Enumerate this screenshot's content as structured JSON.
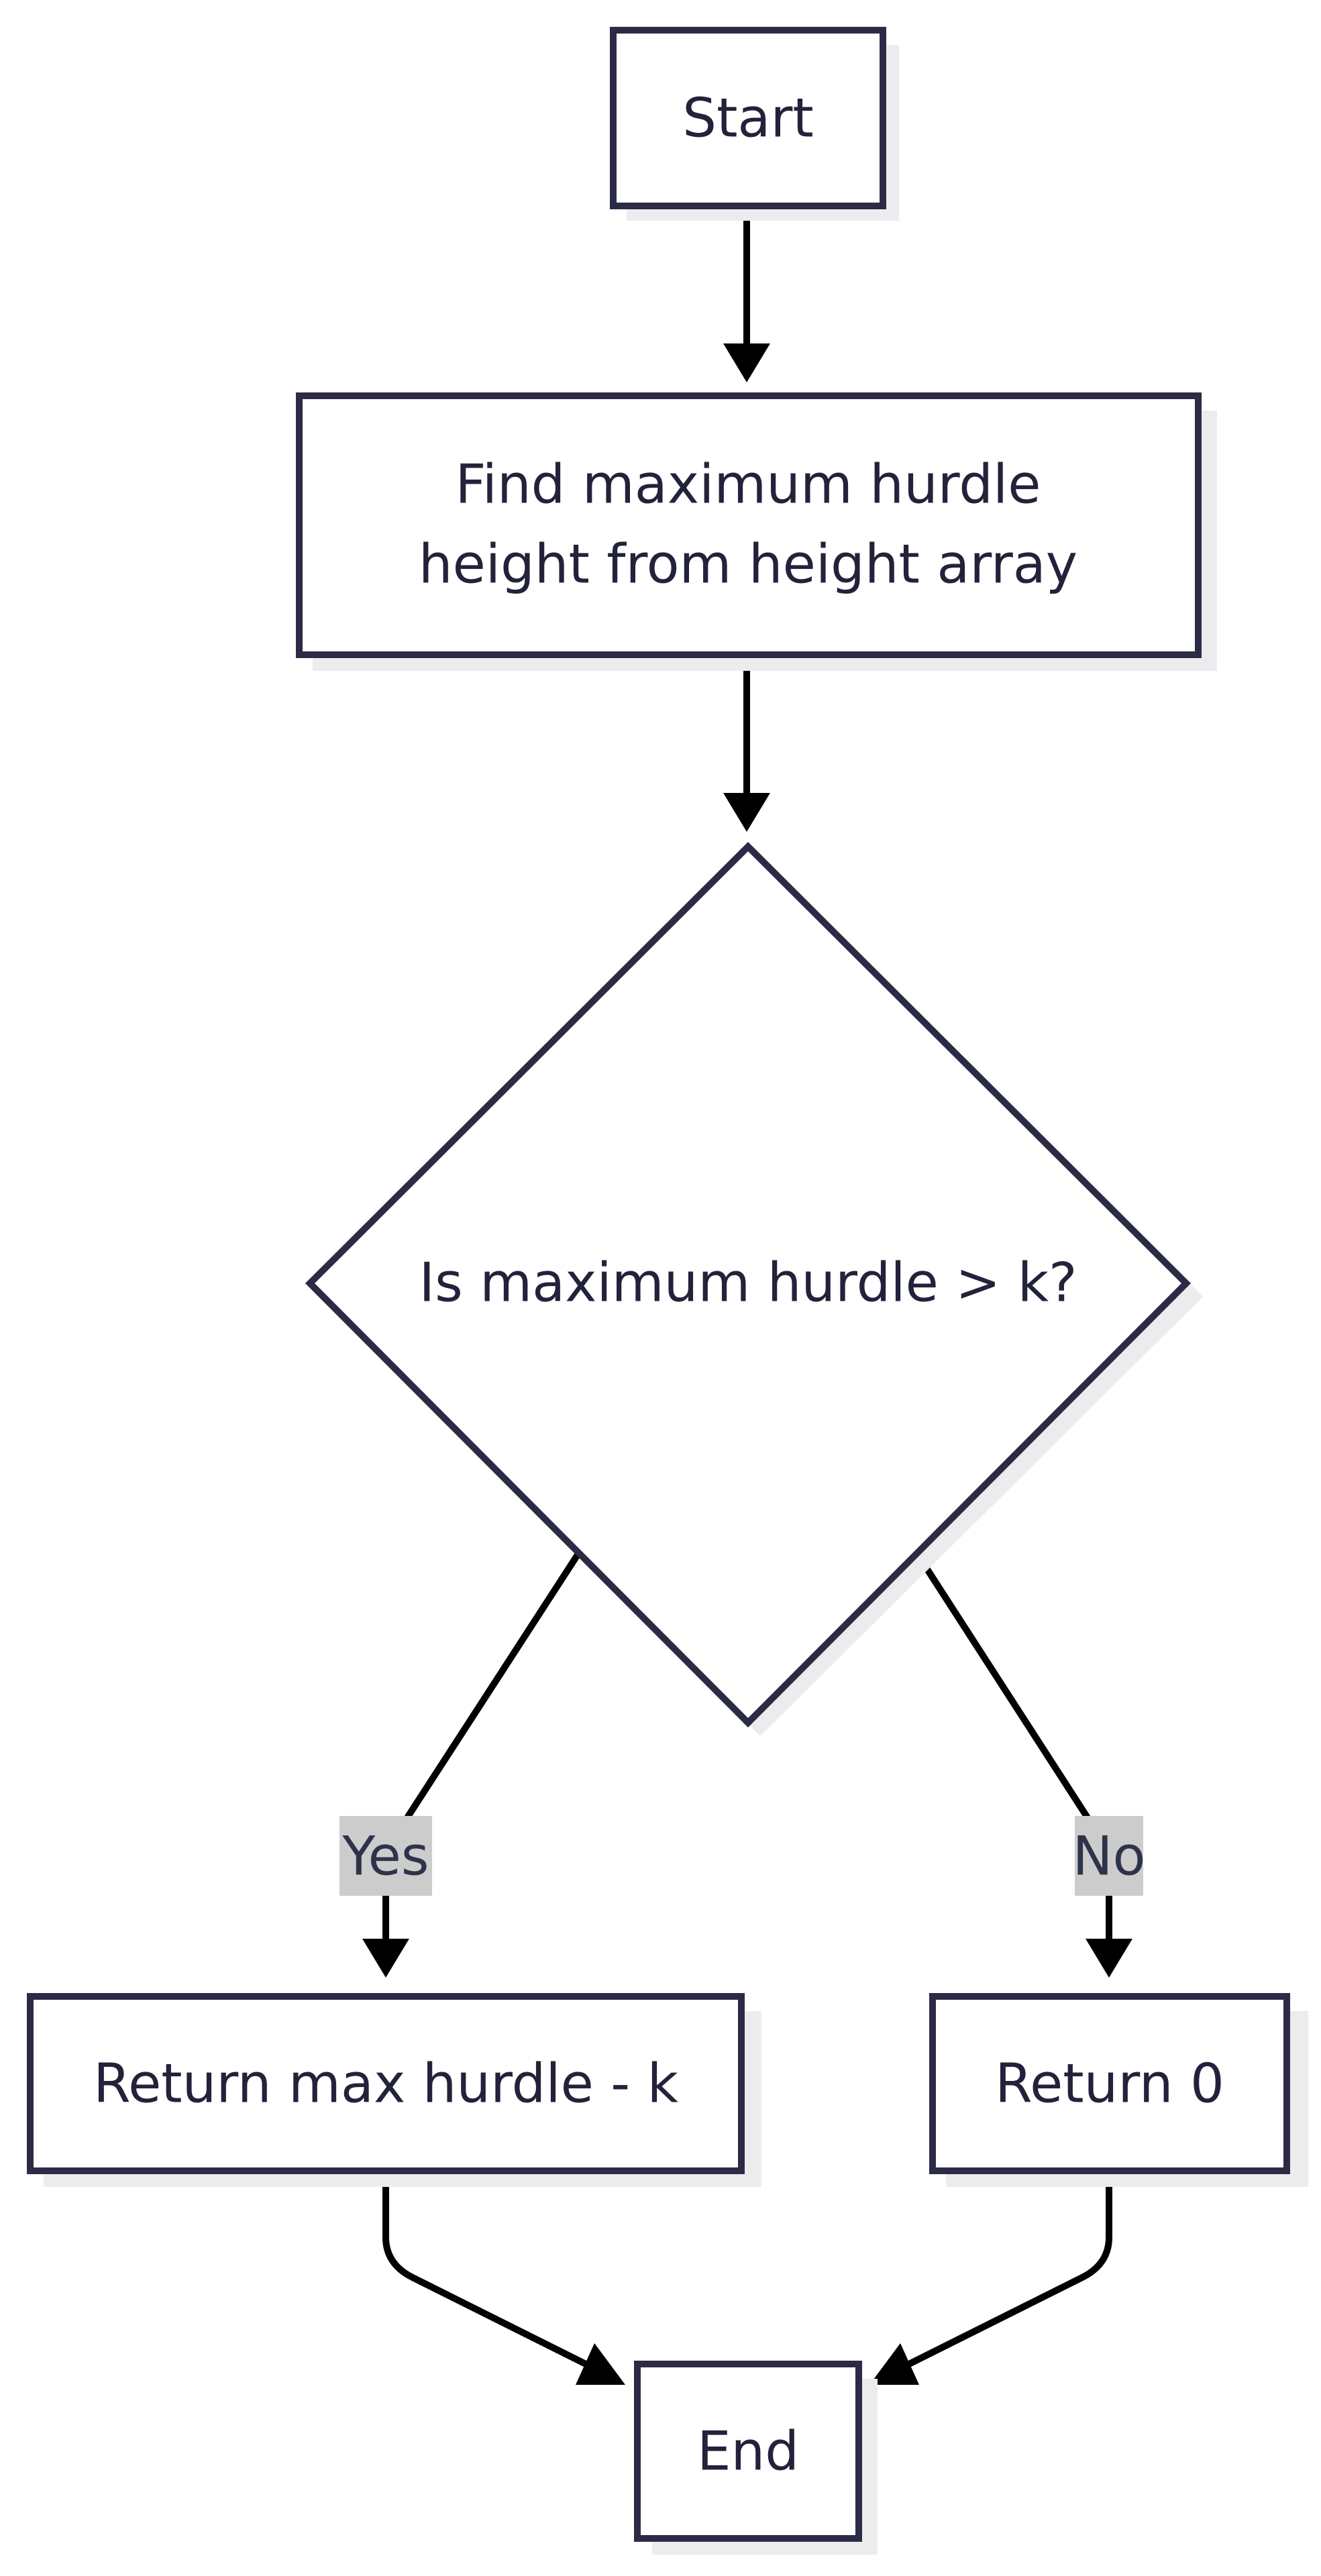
{
  "diagram": {
    "type": "flowchart",
    "nodes": {
      "start": {
        "shape": "rect",
        "lines": [
          "Start"
        ]
      },
      "find_max": {
        "shape": "rect",
        "lines": [
          "Find maximum hurdle",
          "height from height array"
        ]
      },
      "decision": {
        "shape": "diamond",
        "lines": [
          "Is maximum hurdle > k?"
        ]
      },
      "return_diff": {
        "shape": "rect",
        "lines": [
          "Return max hurdle - k"
        ]
      },
      "return_zero": {
        "shape": "rect",
        "lines": [
          "Return 0"
        ]
      },
      "end": {
        "shape": "rect",
        "lines": [
          "End"
        ]
      }
    },
    "edges": [
      {
        "from": "start",
        "to": "find_max",
        "label": ""
      },
      {
        "from": "find_max",
        "to": "decision",
        "label": ""
      },
      {
        "from": "decision",
        "to": "return_diff",
        "label": "Yes"
      },
      {
        "from": "decision",
        "to": "return_zero",
        "label": "No"
      },
      {
        "from": "return_diff",
        "to": "end",
        "label": ""
      },
      {
        "from": "return_zero",
        "to": "end",
        "label": ""
      }
    ],
    "colors": {
      "node_stroke": "#2b2b45",
      "node_fill": "#ffffff",
      "node_shadow": "#ececef",
      "edge": "#000000",
      "label_background": "#cccccc",
      "text": "#22223a"
    }
  }
}
